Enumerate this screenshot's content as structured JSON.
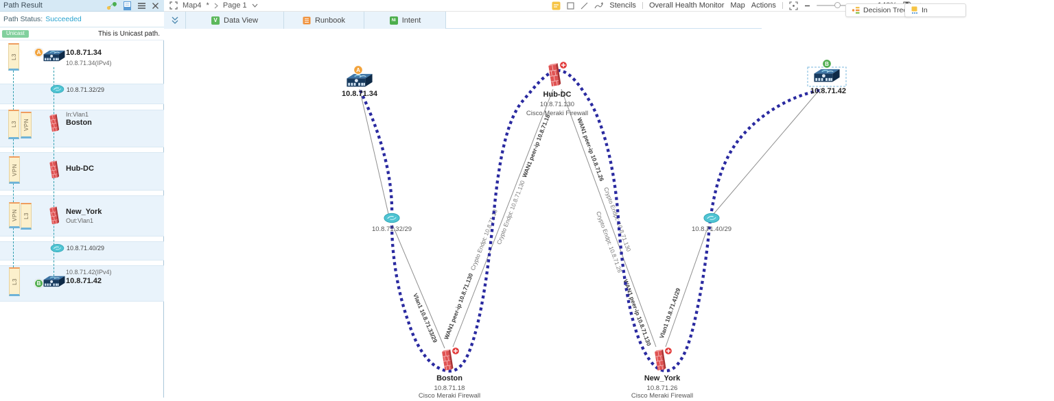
{
  "sidebar": {
    "title": "Path Result",
    "status_label": "Path Status:",
    "status_value": "Succeeded",
    "unicast_badge": "Unicast",
    "unicast_note": "This is Unicast path.",
    "hops": [
      {
        "badge": "A",
        "name": "10.8.71.34",
        "detail": "10.8.71.34(IPv4)",
        "tag1": "L3"
      },
      {
        "name": "10.8.71.32/29"
      },
      {
        "pre": "In:Vlan1",
        "name": "Boston",
        "tag1": "L3",
        "tag2": "VPN"
      },
      {
        "name": "Hub-DC",
        "tag1": "VPN"
      },
      {
        "name": "New_York",
        "detail": "Out:Vlan1",
        "tag1": "VPN",
        "tag2": "L3"
      },
      {
        "name": "10.8.71.40/29"
      },
      {
        "badge": "B",
        "pre": "10.8.71.42(IPv4)",
        "name": "10.8.71.42",
        "tag1": "L3"
      }
    ]
  },
  "toolbar": {
    "map_name": "Map4",
    "modified_marker": "*",
    "page": "Page 1",
    "menu": {
      "stencils": "Stencils",
      "health": "Overall Health Monitor",
      "map": "Map",
      "actions": "Actions"
    },
    "zoom_level": "140%"
  },
  "tabs": {
    "data_view": "Data View",
    "data_view_icon": "V",
    "runbook": "Runbook",
    "intent": "Intent",
    "intent_icon": "NI"
  },
  "floating": {
    "decision_tree": "Decision Tree",
    "clipped_button": "In"
  },
  "map": {
    "device_a": {
      "badge": "A",
      "label": "10.8.71.34"
    },
    "device_b": {
      "badge": "B",
      "label": "10.8.71.42"
    },
    "hub": {
      "name": "Hub-DC",
      "ip": "10.8.71.130",
      "model": "Cisco Meraki Firewall"
    },
    "boston": {
      "name": "Boston",
      "ip": "10.8.71.18",
      "model": "Cisco Meraki Firewall"
    },
    "new_york": {
      "name": "New_York",
      "ip": "10.8.71.26",
      "model": "Cisco Meraki Firewall"
    },
    "cloud_left": "10.8.71.32/29",
    "cloud_right": "10.8.71.40/29",
    "link_labels": {
      "vlan_boston": "Vlan1 10.8.71.33/29",
      "wan_boston_hub": "WAN1 peer-ip 10.8.71.130",
      "crypto_boston_18": "Crypto Endpt: 10.8.71.18",
      "crypto_boston_130": "Crypto Endpt: 10.8.71.130",
      "wan_hub_18": "WAN1 peer-ip 10.8.71.18",
      "wan_hub_26": "WAN1 peer-ip 10.8.71.26",
      "crypto_ny_130": "Crypto Endpt: 10.8.71.130",
      "crypto_ny_26": "Crypto Endpt: 10.8.71.26",
      "wan_ny_hub": "WAN1 peer-ip 10.8.71.130",
      "vlan_ny": "Vlan1 10.8.71.41/29"
    },
    "colors": {
      "route_blue": "#2a2aa0",
      "link_gray": "#8f8f8f",
      "succeeded_teal": "#29a3cf",
      "badge_a_orange": "#f2a33c",
      "badge_b_green": "#52ae52",
      "alert_red": "#e23b3b"
    }
  }
}
